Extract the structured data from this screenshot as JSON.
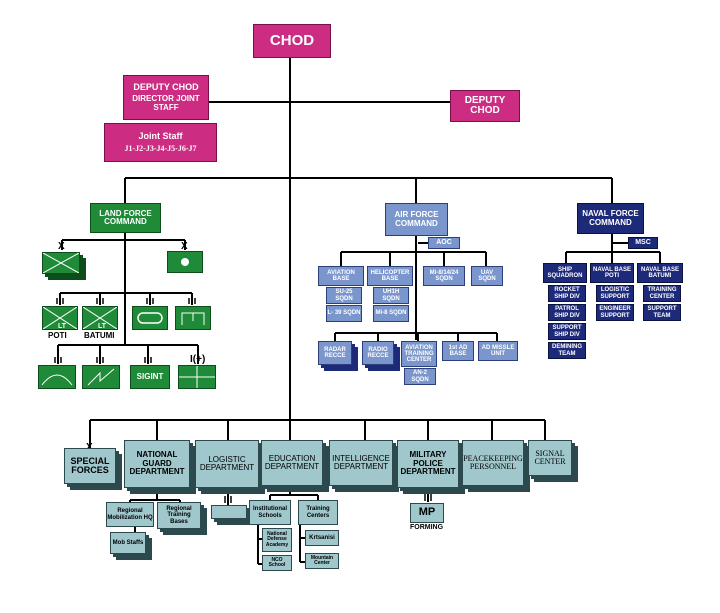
{
  "chod": "CHOD",
  "deputy_left_1": "DEPUTY  CHOD",
  "deputy_left_2": "DIRECTOR JOINT STAFF",
  "deputy_right": "DEPUTY CHOD",
  "joint_staff_1": "Joint Staff",
  "joint_staff_2": "J1-J2-J3-J4-J5-J6-J7",
  "land": {
    "title": "LAND FORCE COMMAND",
    "poti": "POTI",
    "batumi": "BATUMI",
    "sigint": "SIGINT",
    "lt": "LT"
  },
  "air": {
    "title": "AIR FORCE COMMAND",
    "aoc": "AOC",
    "aviation_base": "AVIATION BASE",
    "su25": "SU-25 SQDN",
    "l39": "L- 39 SQDN",
    "helicopter_base": "HELICOPTER BASE",
    "uh1h": "UH1H SQDN",
    "mi8": "Mi-8 SQDN",
    "mi": "Mi-8/14/24 SQDN",
    "uav": "UAV SQDN",
    "radar": "RADAR RECCE",
    "radio": "RADIO RECCE",
    "training": "AVIATION TRAINING CENTER",
    "an2": "AN-2 SQDN",
    "ad_base": "1st AD BASE",
    "ad_missile": "AD MISSLE UNIT"
  },
  "naval": {
    "title": "NAVAL FORCE COMMAND",
    "msc": "MSC",
    "ship_squadron": "SHIP SQUADRON",
    "rocket": "ROCKET SHIP DIV",
    "patrol": "PATROL SHIP DIV",
    "support": "SUPPORT SHIP DIV",
    "demining": "DEMINING TEAM",
    "poti": "NAVAL BASE POTI",
    "logistic": "LOGISTIC SUPPORT",
    "engineer": "ENGINEER SUPPORT",
    "batumi": "NAVAL BASE BATUMI",
    "training": "TRAINING CENTER",
    "team": "SUPPORT TEAM"
  },
  "bottom": {
    "special": "SPECIAL FORCES",
    "guard": "NATIONAL GUARD DEPARTMENT",
    "logistic": "LOGISTIC DEPARTMENT",
    "education": "EDUCATION DEPARTMENT",
    "intel": "INTELLIGENCE DEPARTMENT",
    "mp_dept": "MILITARY POLICE DEPARTMENT",
    "peace": "PEACEKEEPING PERSONNEL",
    "signal": "SIGNAL CENTER",
    "reg_mob": "Regional Mobilization HQ",
    "reg_train": "Regional Training Bases",
    "mob_staffs": "Mob Staffs",
    "inst": "Institutional Schools",
    "ndacad": "National Defense Academy",
    "nco": "NCO School",
    "tcenters": "Training Centers",
    "krtsanisi": "Krtsanisi",
    "mountain": "Mountain Center",
    "mp": "MP",
    "forming": "FORMING"
  }
}
